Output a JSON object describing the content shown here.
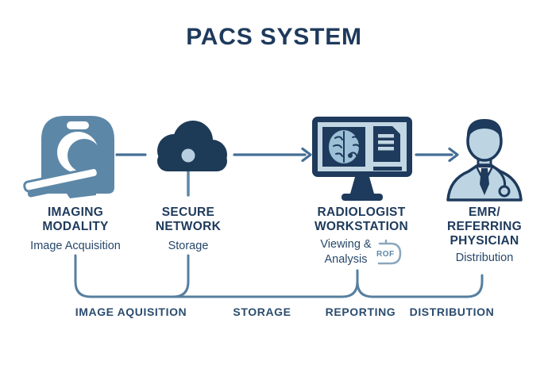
{
  "title": "PACS SYSTEM",
  "nodes": [
    {
      "id": "imaging-modality",
      "icon": "mri-scanner-icon",
      "heading": [
        "IMAGING",
        "MODALITY"
      ],
      "sub": "Image Acquisition"
    },
    {
      "id": "secure-network",
      "icon": "cloud-icon",
      "heading": [
        "SECURE",
        "NETWORK"
      ],
      "sub": "Storage"
    },
    {
      "id": "radiologist-workstation",
      "icon": "workstation-monitor-icon",
      "heading": [
        "RADIOLOGIST",
        "WORKSTATION"
      ],
      "sub_lines": [
        "Viewing &",
        "Analysis"
      ],
      "badge": "ROF"
    },
    {
      "id": "emr-referring-physician",
      "icon": "physician-icon",
      "heading": [
        "EMR/",
        "REFERRING",
        "PHYSICIAN"
      ],
      "sub": "Distribution"
    }
  ],
  "timeline": {
    "stages": [
      "IMAGE AQUISITION",
      "STORAGE",
      "REPORTING",
      "DISTRIBUTION"
    ]
  },
  "colors": {
    "navy": "#1e3a5c",
    "mid_blue": "#5d87a7",
    "light_blue": "#bdd5e3",
    "arrow_blue": "#446e94",
    "bracket_blue": "#567f9f",
    "background": "#ffffff"
  }
}
